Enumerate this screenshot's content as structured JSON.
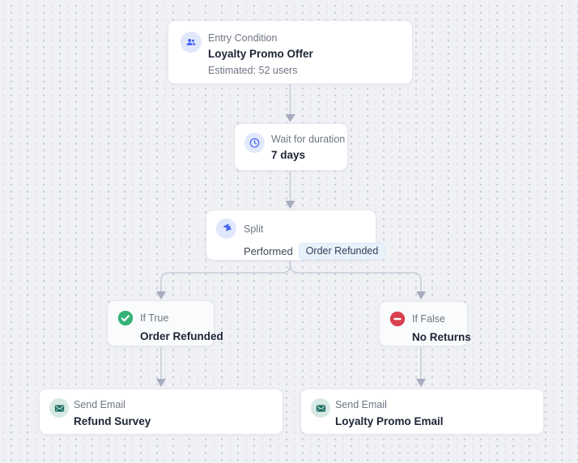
{
  "canvas": {
    "kind": "workflow-automation-canvas"
  },
  "colors": {
    "canvas_bg": "#f0f1f5",
    "dot_dark": "#c7cad3",
    "dot_light": "#dfe1e7",
    "node_bg": "#ffffff",
    "node_border": "#e4e7ee",
    "label_gray": "#6e7582",
    "title_dark": "#1c2434",
    "accent_blue": "#4a67f0",
    "accent_blue_bg": "#e1e8fc",
    "success_green": "#35b277",
    "danger_red": "#d8404f",
    "teal": "#156a5e",
    "teal_bg": "#d7e9e4",
    "badge_bg": "#e9f1fb",
    "badge_text": "#303e59",
    "connector_line": "#c8ccd9",
    "arrowhead": "#a7adc0"
  },
  "nodes": {
    "entry": {
      "label": "Entry Condition",
      "title": "Loyalty Promo Offer",
      "subtitle": "Estimated: 52 users",
      "icon": "users-icon"
    },
    "wait": {
      "label": "Wait for duration",
      "title": "7 days",
      "icon": "clock-icon"
    },
    "split": {
      "label": "Split",
      "condition_prefix": "Performed",
      "condition_event": "Order Refunded",
      "icon": "split-icon"
    },
    "if_true": {
      "label": "If True",
      "title": "Order Refunded",
      "icon": "check-circle-icon"
    },
    "if_false": {
      "label": "If False",
      "title": "No Returns",
      "icon": "minus-circle-icon"
    },
    "email_true": {
      "label": "Send Email",
      "title": "Refund Survey",
      "icon": "mail-icon"
    },
    "email_false": {
      "label": "Send Email",
      "title": "Loyalty Promo Email",
      "icon": "mail-icon"
    }
  }
}
